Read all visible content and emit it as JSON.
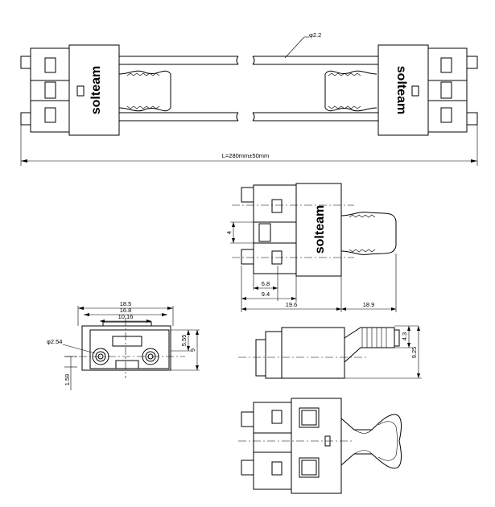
{
  "brand": "solteam",
  "top_view": {
    "cable_diameter": "φ2.2",
    "overall_length": "L=280mm±50mm"
  },
  "front_view": {
    "width_outer": "18.5",
    "width_mid": "16.8",
    "width_inner": "10.16",
    "height_upper": "5.55",
    "height_total": "9",
    "pin_diameter": "φ2.54",
    "pin_offset": "1.59"
  },
  "plan_view": {
    "dim_vertical": "4",
    "dim_a": "6.8",
    "dim_b": "9.4",
    "dim_body": "19.6",
    "dim_grip": "18.9"
  },
  "side_view": {
    "dim_upper": "4.3",
    "dim_total": "9.25"
  }
}
